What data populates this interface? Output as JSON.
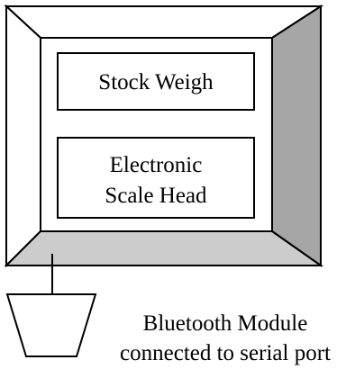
{
  "device": {
    "screen_top_label": "Stock Weigh",
    "screen_bottom_label_line1": "Electronic",
    "screen_bottom_label_line2": "Scale Head"
  },
  "module": {
    "label_line1": "Bluetooth Module",
    "label_line2": "connected to serial port"
  },
  "colors": {
    "right_bevel": "#a6a6a6",
    "bottom_bevel": "#cccccc",
    "left_top_bevel": "#ffffff",
    "outline": "#000000",
    "background": "#ffffff"
  }
}
